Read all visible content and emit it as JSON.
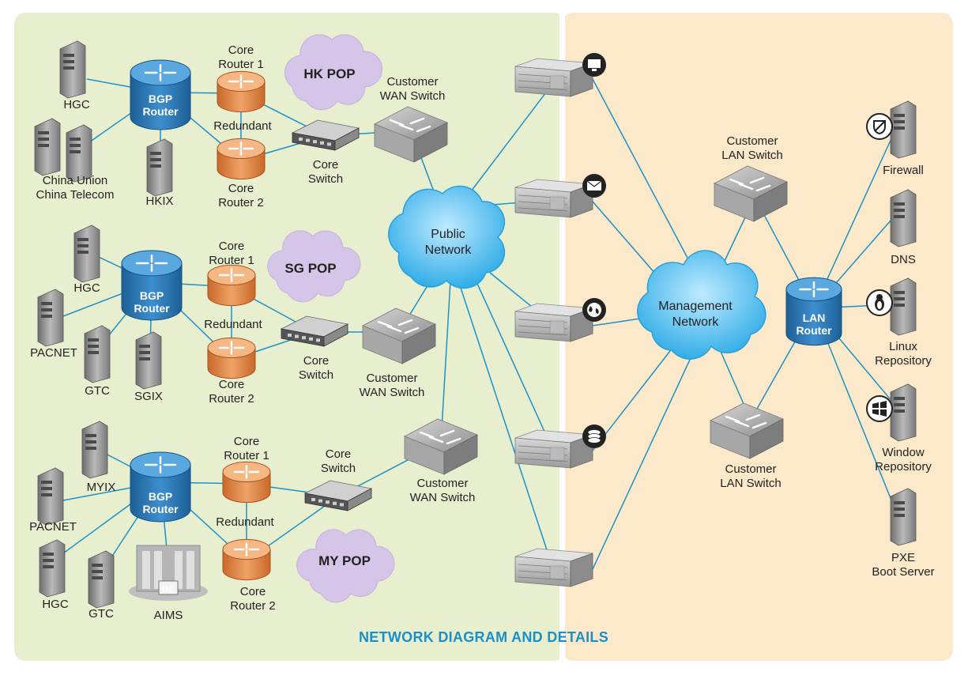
{
  "title": "NETWORK DIAGRAM AND DETAILS",
  "colors": {
    "left_panel": "#e8efcf",
    "right_panel": "#fbe9c9",
    "line": "#1e90c8",
    "title": "#1a8fc8"
  },
  "hk": {
    "pop": "HK POP",
    "bgp": [
      "BGP",
      "Router"
    ],
    "core1": [
      "Core",
      "Router 1"
    ],
    "core2": [
      "Core",
      "Router 2"
    ],
    "redundant": "Redundant",
    "core_switch": [
      "Core",
      "Switch"
    ],
    "wan_switch": [
      "Customer",
      "WAN Switch"
    ],
    "hgc": "HGC",
    "china": [
      "China Union",
      "China Telecom"
    ],
    "hkix": "HKIX"
  },
  "sg": {
    "pop": "SG POP",
    "bgp": [
      "BGP",
      "Router"
    ],
    "core1": [
      "Core",
      "Router 1"
    ],
    "core2": [
      "Core",
      "Router 2"
    ],
    "redundant": "Redundant",
    "core_switch": [
      "Core",
      "Switch"
    ],
    "wan_switch": [
      "Customer",
      "WAN Switch"
    ],
    "hgc": "HGC",
    "pacnet": "PACNET",
    "gtc": "GTC",
    "sgix": "SGIX"
  },
  "my": {
    "pop": "MY POP",
    "bgp": [
      "BGP",
      "Router"
    ],
    "core1": [
      "Core",
      "Router 1"
    ],
    "core2": [
      "Core",
      "Router 2"
    ],
    "redundant": "Redundant",
    "core_switch": [
      "Core",
      "Switch"
    ],
    "wan_switch": [
      "Customer",
      "WAN Switch"
    ],
    "myix": "MYIX",
    "pacnet": "PACNET",
    "hgc": "HGC",
    "gtc": "GTC",
    "aims": "AIMS",
    "dc": "DC"
  },
  "public_network": [
    "Public",
    "Network"
  ],
  "management_network": [
    "Management",
    "Network"
  ],
  "lan_switch_top": [
    "Customer",
    "LAN Switch"
  ],
  "lan_switch_bottom": [
    "Customer",
    "LAN Switch"
  ],
  "lan_router": [
    "LAN",
    "Router"
  ],
  "right_servers": {
    "firewall": "Firewall",
    "dns": "DNS",
    "linux": [
      "Linux",
      "Repository"
    ],
    "window": [
      "Window",
      "Repository"
    ],
    "pxe": [
      "PXE",
      "Boot Server"
    ]
  },
  "icons": [
    "monitor-icon",
    "mail-icon",
    "globe-icon",
    "database-icon",
    "shield-icon",
    "linux-icon",
    "windows-icon"
  ]
}
